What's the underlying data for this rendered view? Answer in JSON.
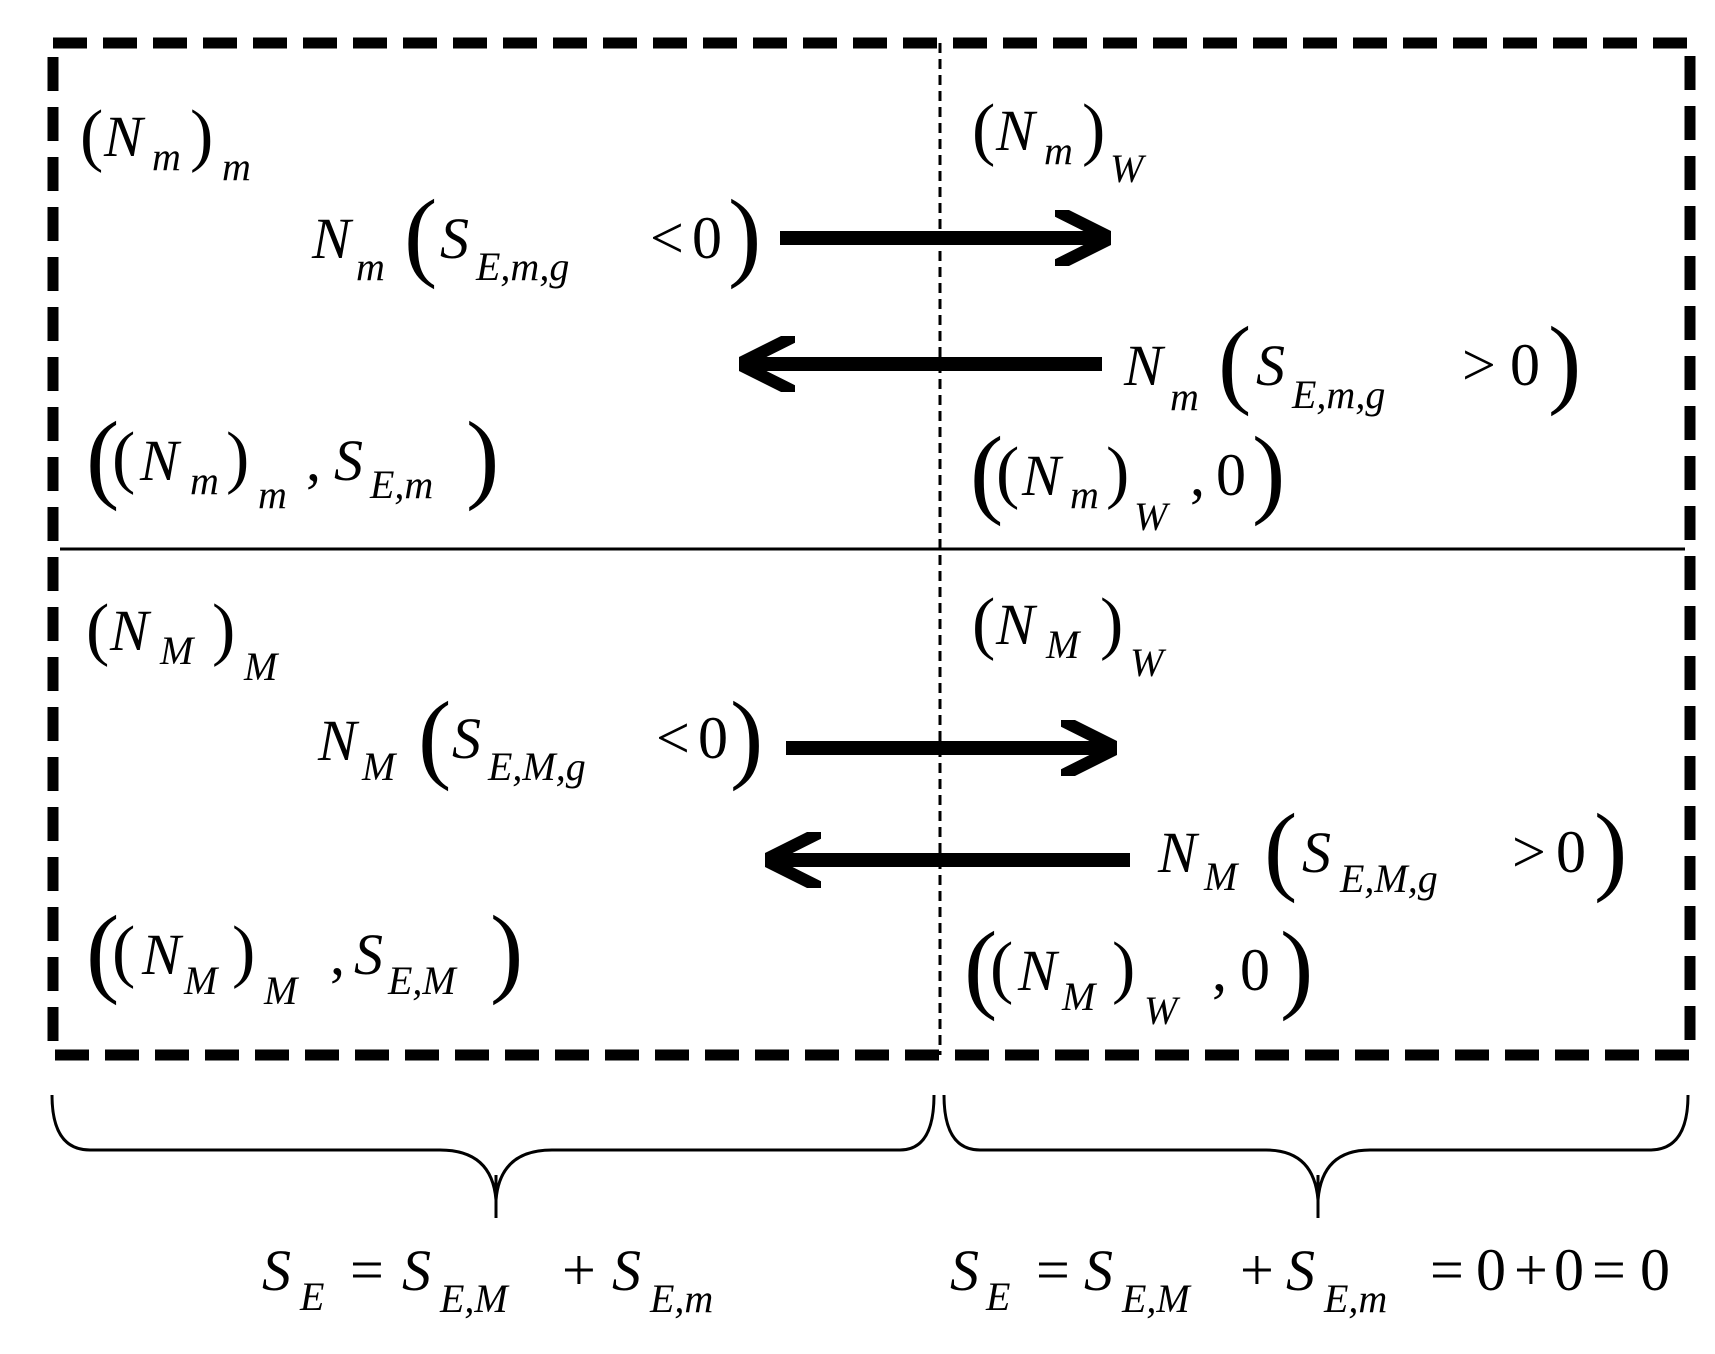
{
  "regions": {
    "left_top_label": {
      "sym": "N",
      "sub": "m",
      "outer_sub": "m"
    },
    "right_top_label": {
      "sym": "N",
      "sub": "m",
      "outer_sub": "W"
    },
    "left_bottom_label": {
      "sym": "N",
      "sub": "M",
      "outer_sub": "M"
    },
    "right_bottom_label": {
      "sym": "N",
      "sub": "M",
      "outer_sub": "W"
    }
  },
  "flows": {
    "top_out": {
      "N_sub": "m",
      "S": "S",
      "S_sub": "E,m,g",
      "rel": "<",
      "val": "0"
    },
    "top_in": {
      "N_sub": "m",
      "S": "S",
      "S_sub": "E,m,g",
      "rel": ">",
      "val": "0"
    },
    "bottom_out": {
      "N_sub": "M",
      "S": "S",
      "S_sub": "E,M,g",
      "rel": "<",
      "val": "0"
    },
    "bottom_in": {
      "N_sub": "M",
      "S": "S",
      "S_sub": "E,M,g",
      "rel": ">",
      "val": "0"
    }
  },
  "states": {
    "left_top": {
      "N_sub": "m",
      "outer_sub": "m",
      "second": "S",
      "second_sub": "E,m"
    },
    "right_top": {
      "N_sub": "m",
      "outer_sub": "W",
      "second": "0"
    },
    "left_bottom": {
      "N_sub": "M",
      "outer_sub": "M",
      "second": "S",
      "second_sub": "E,M"
    },
    "right_bottom": {
      "N_sub": "M",
      "outer_sub": "W",
      "second": "0"
    }
  },
  "equations": {
    "left": {
      "lhs": "S",
      "lhs_sub": "E",
      "eq": "=",
      "t1": "S",
      "t1_sub": "E,M",
      "plus": "+",
      "t2": "S",
      "t2_sub": "E,m"
    },
    "right": {
      "lhs": "S",
      "lhs_sub": "E",
      "eq": "=",
      "t1": "S",
      "t1_sub": "E,M",
      "plus": "+",
      "t2": "S",
      "t2_sub": "E,m",
      "eq2": "=",
      "v1": "0",
      "plus2": "+",
      "v2": "0",
      "eq3": "=",
      "v3": "0"
    }
  }
}
